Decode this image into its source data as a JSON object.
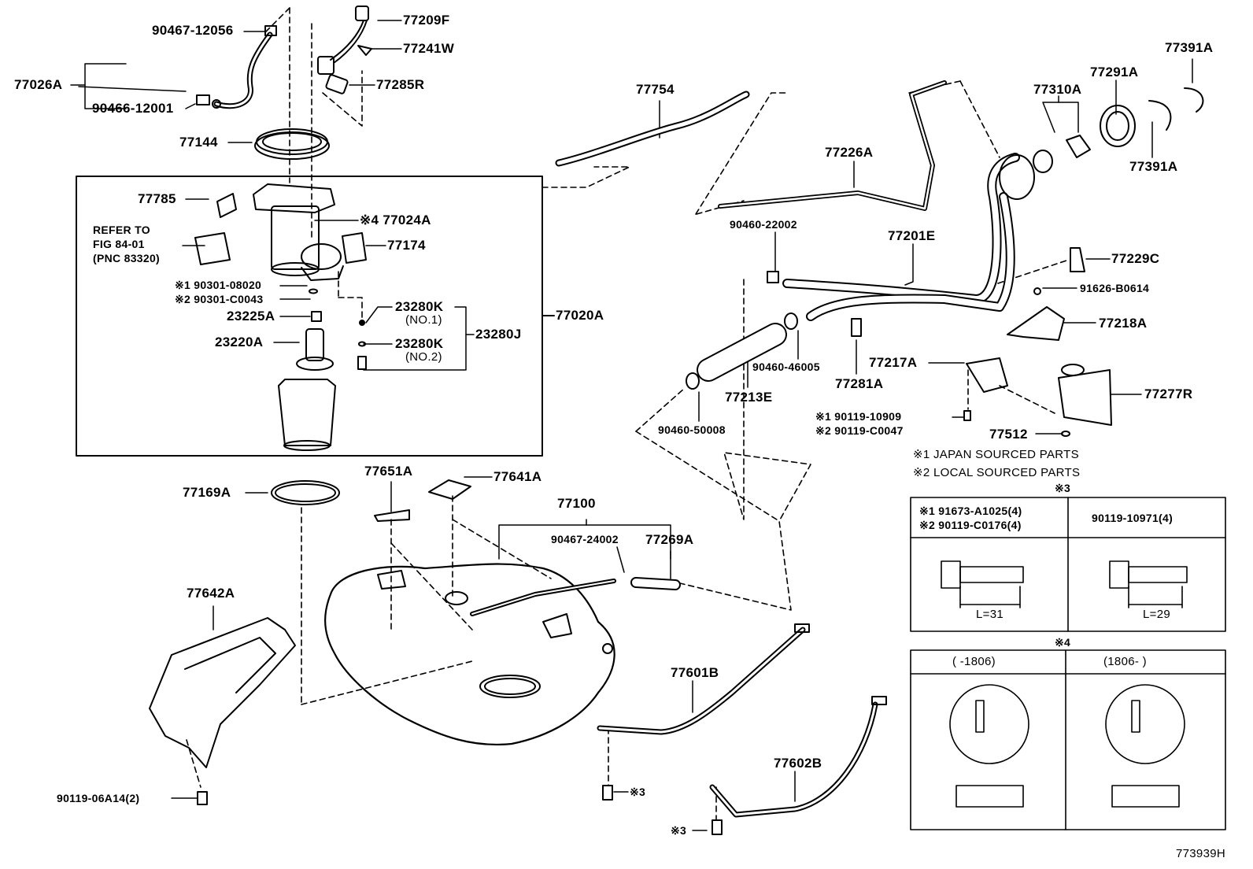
{
  "labels": {
    "p90467_12056": "90467-12056",
    "p77209F": "77209F",
    "p77241W": "77241W",
    "p77026A": "77026A",
    "p90466_12001": "90466-12001",
    "p77285R": "77285R",
    "p77144": "77144",
    "p77754": "77754",
    "p77391A_top": "77391A",
    "p77291A": "77291A",
    "p77310A": "77310A",
    "p77391A_mid": "77391A",
    "p77226A": "77226A",
    "p77785": "77785",
    "refer_1": "REFER TO",
    "refer_2": "FIG 84-01",
    "refer_3": "(PNC 83320)",
    "p77024A": "※4 77024A",
    "p77174": "77174",
    "p90301_08020": "※1 90301-08020",
    "p90301_C0043": "※2 90301-C0043",
    "p23225A": "23225A",
    "p23280K_1": "23280K",
    "no1": "(NO.1)",
    "p23280K_2": "23280K",
    "no2": "(NO.2)",
    "p23280J": "23280J",
    "p23220A": "23220A",
    "p77020A": "77020A",
    "p90460_22002": "90460-22002",
    "p77201E": "77201E",
    "p77229C": "77229C",
    "p91626_B0614": "91626-B0614",
    "p77218A": "77218A",
    "p90460_46005": "90460-46005",
    "p77281A": "77281A",
    "p77217A": "77217A",
    "p77213E": "77213E",
    "p90460_50008": "90460-50008",
    "p90119_10909": "※1 90119-10909",
    "p90119_C0047": "※2 90119-C0047",
    "p77277R": "77277R",
    "p77512": "77512",
    "note1": "※1 JAPAN SOURCED PARTS",
    "note2": "※2 LOCAL SOURCED PARTS",
    "p77169A": "77169A",
    "p77651A": "77651A",
    "p77641A": "77641A",
    "p77100": "77100",
    "p90467_24002": "90467-24002",
    "p77269A": "77269A",
    "p77642A": "77642A",
    "p77601B": "77601B",
    "p77602B": "77602B",
    "p90119_06A14": "90119-06A14(2)",
    "ref3_a": "※3",
    "ref3_b": "※3",
    "fig_no": "773939H"
  },
  "table3": {
    "marker": "※3",
    "col1_line1": "※1 91673-A1025(4)",
    "col1_line2": "※2 90119-C0176(4)",
    "col2": "90119-10971(4)",
    "len1": "L=31",
    "len2": "L=29"
  },
  "table4": {
    "marker": "※4",
    "col1": "(    -1806)",
    "col2": "(1806-    )"
  }
}
